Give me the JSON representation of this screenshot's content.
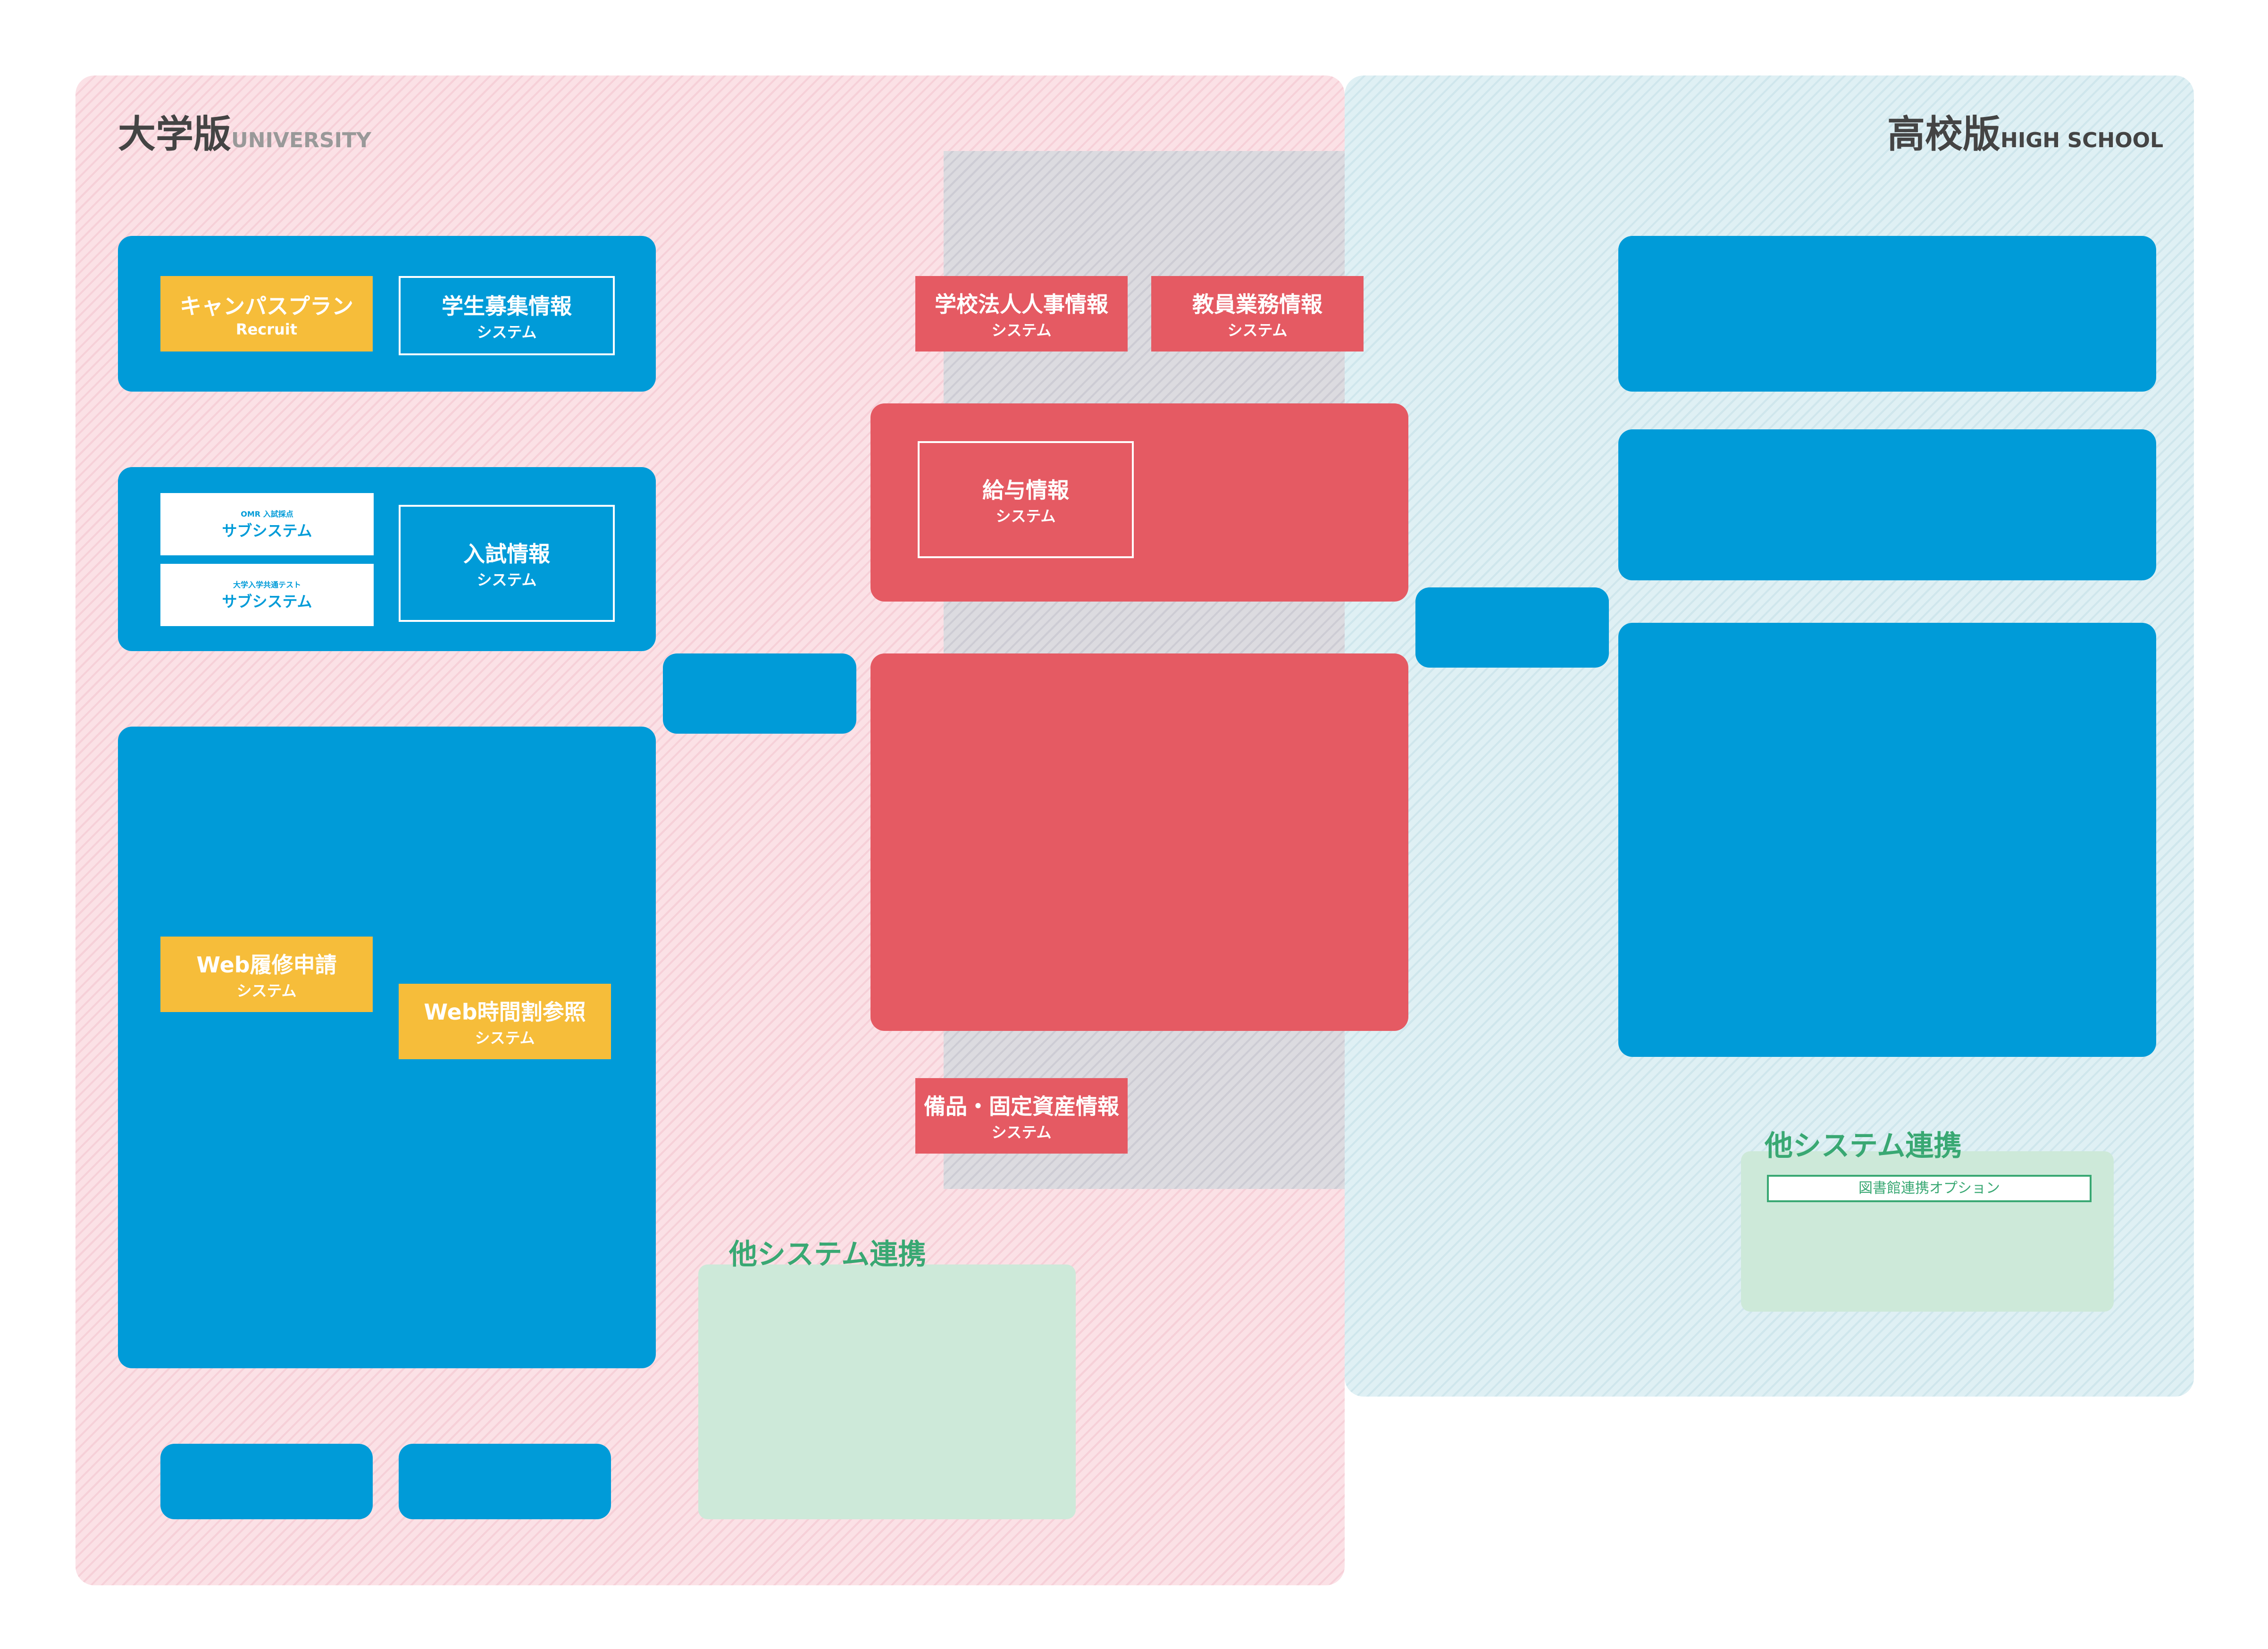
{
  "univ": "大学版",
  "univ_en": "UNIVERSITY",
  "hs": "高校版",
  "hs_en": "HIGH SCHOOL",
  "other": "他システム連携"
}
